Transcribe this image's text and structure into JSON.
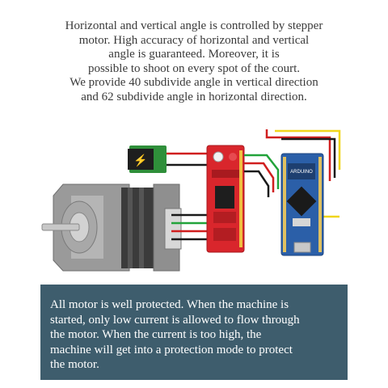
{
  "intro": {
    "lines": [
      "Horizontal and vertical angle is controlled by stepper",
      "motor. High accuracy of horizontal and vertical",
      "angle is guaranteed. Moreover, it is",
      "possible to shoot on every spot of the court.",
      "We provide 40 subdivide angle in vertical direction",
      "and 62 subdivide angle in horizontal direction."
    ]
  },
  "protection": {
    "lines": [
      "All motor is well protected. When the machine is",
      "started, only low current is allowed to flow through",
      "the motor. When the current is too high, the",
      "machine will get into a protection mode to protect",
      "the motor."
    ]
  },
  "diagram": {
    "power_symbol": "⚡",
    "arduino_label": "ARDUINO",
    "colors": {
      "driver_board": "#d9262c",
      "arduino_board": "#2b5fa8",
      "power_module": "#2f8f3a",
      "motor_body": "#8c8c8c",
      "wire_red": "#d01f1f",
      "wire_green": "#22a33a",
      "wire_yellow": "#f0d61c",
      "wire_black": "#1a1a1a"
    }
  }
}
